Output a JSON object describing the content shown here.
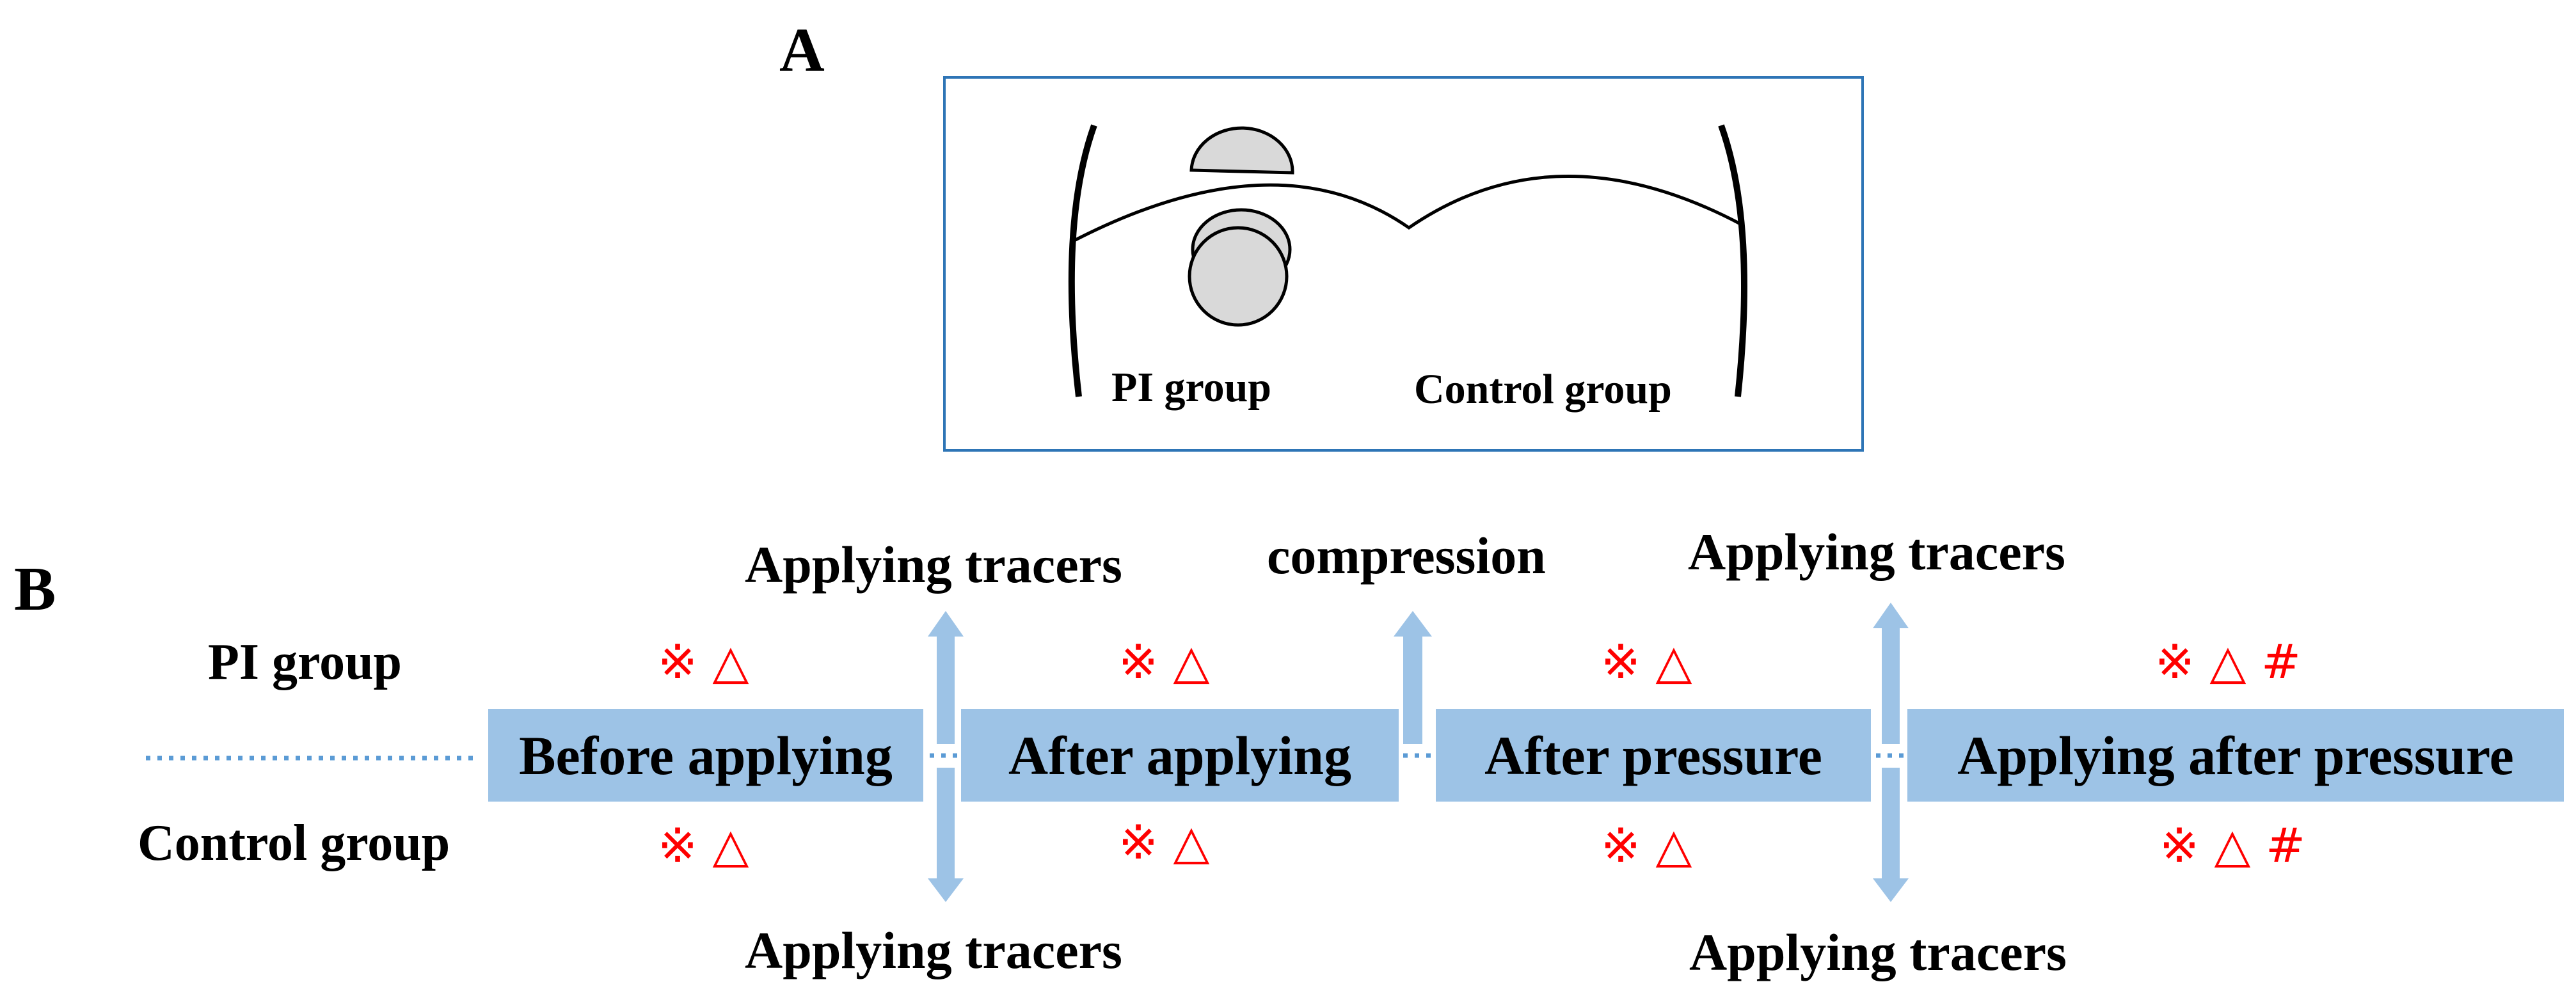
{
  "panel_a": {
    "letter": "A",
    "labels": {
      "pi_group": "PI group",
      "control_group": "Control group"
    }
  },
  "panel_b": {
    "letter": "B",
    "rows": {
      "pi_group": "PI group",
      "control_group": "Control group"
    },
    "stages": [
      "Before applying",
      "After applying",
      "After pressure",
      "Applying after pressure"
    ],
    "actions_top": [
      "Applying tracers",
      "compression",
      "Applying tracers"
    ],
    "actions_bottom": [
      "Applying tracers",
      "Applying tracers"
    ],
    "marks_top": [
      "※ △",
      "※ △",
      "※ △",
      "※ △ #"
    ],
    "marks_bottom": [
      "※ △",
      "※ △",
      "※ △",
      "※ △ #"
    ]
  },
  "colors": {
    "box_fill": "#9dc3e6",
    "arrow": "#9dc3e6",
    "panel_border": "#2e75b6",
    "dotted_line": "#5b9bd5",
    "marks": "#ff0000",
    "tracer_fill": "#d9d9d9"
  }
}
